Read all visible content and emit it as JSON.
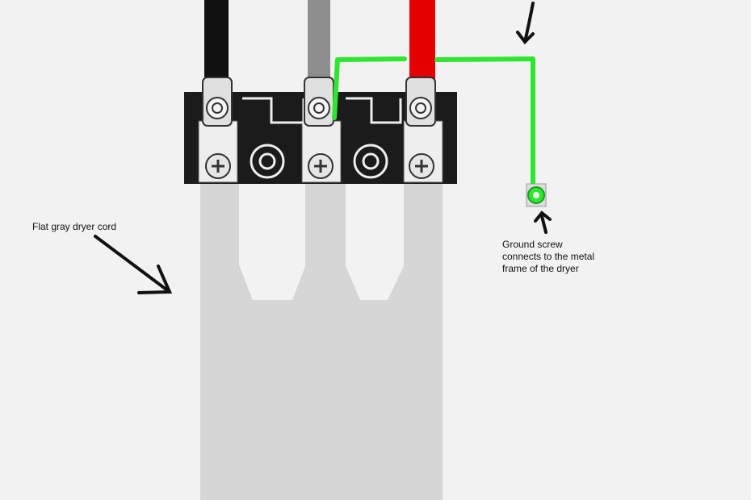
{
  "annotations": {
    "cord_label": "Flat gray dryer cord",
    "ground_label_lines": [
      "Ground screw",
      "connects to the metal",
      "frame of the dryer"
    ]
  },
  "colors": {
    "background": "#f2f2f2",
    "cord": "#d6d6d6",
    "terminal_block": "#1b1b1b",
    "wire_black": "#111111",
    "wire_gray": "#8e8e8e",
    "wire_red": "#e50000",
    "ground_wire": "#2ee62e",
    "arrow": "#111111"
  },
  "icons": {
    "terminal_screws": [
      "terminal-screw-icon",
      "terminal-screw-icon",
      "terminal-screw-icon"
    ],
    "mounting_holes": [
      "mounting-hole-icon",
      "mounting-hole-icon"
    ],
    "ground_screw": "ground-screw-icon"
  }
}
